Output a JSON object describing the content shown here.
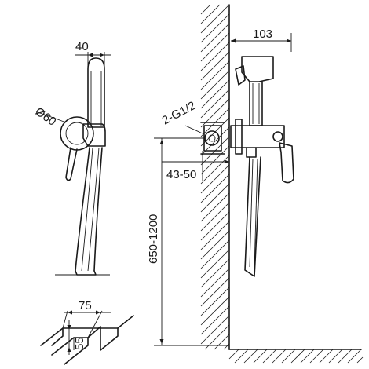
{
  "dimensions": {
    "handset_width": "40",
    "holder_diameter": "Ø60",
    "projection": "103",
    "thread": "2-G1/2",
    "wall_depth": "43-50",
    "mount_height": "650-1200",
    "box_width": "75",
    "box_depth": "55"
  }
}
